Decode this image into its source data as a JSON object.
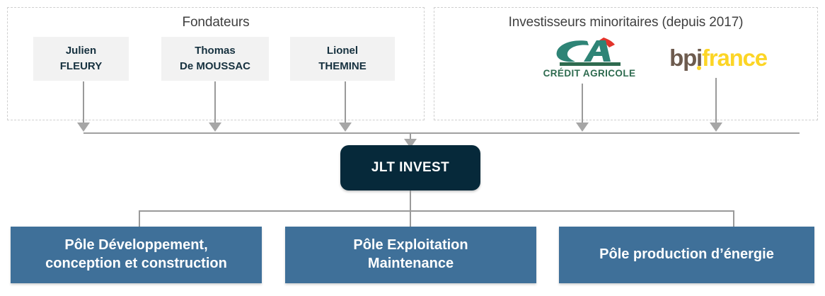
{
  "groups": {
    "fondateurs": {
      "title": "Fondateurs",
      "members": [
        {
          "first_name": "Julien",
          "last_name": "FLEURY"
        },
        {
          "first_name": "Thomas",
          "last_name": "De MOUSSAC"
        },
        {
          "first_name": "Lionel",
          "last_name": "THEMINE"
        }
      ]
    },
    "investisseurs": {
      "title": "Investisseurs minoritaires (depuis 2017)",
      "logos": [
        {
          "name": "credit-agricole",
          "wordmark": "CRÉDIT AGRICOLE"
        },
        {
          "name": "bpifrance",
          "part_a": "bp",
          "part_i": "i",
          "part_b": "france"
        }
      ]
    }
  },
  "holding": {
    "label": "JLT INVEST"
  },
  "poles": [
    {
      "line1": "Pôle Développement,",
      "line2": "conception et construction"
    },
    {
      "line1": "Pôle Exploitation",
      "line2": "Maintenance"
    },
    {
      "line1": "Pôle production d’énergie",
      "line2": ""
    }
  ],
  "colors": {
    "holding_bg": "#06293A",
    "pole_bg": "#3F7099",
    "founder_bg": "#F2F2F2",
    "founder_text": "#16313F",
    "connector": "#9A9A9A",
    "dashed_border": "#CFCFCF",
    "ca_green": "#2E6B4F",
    "ca_teal": "#2E8476",
    "ca_red": "#E2342B",
    "bpi_brown": "#6D5B4E",
    "bpi_yellow": "#FCD526"
  }
}
